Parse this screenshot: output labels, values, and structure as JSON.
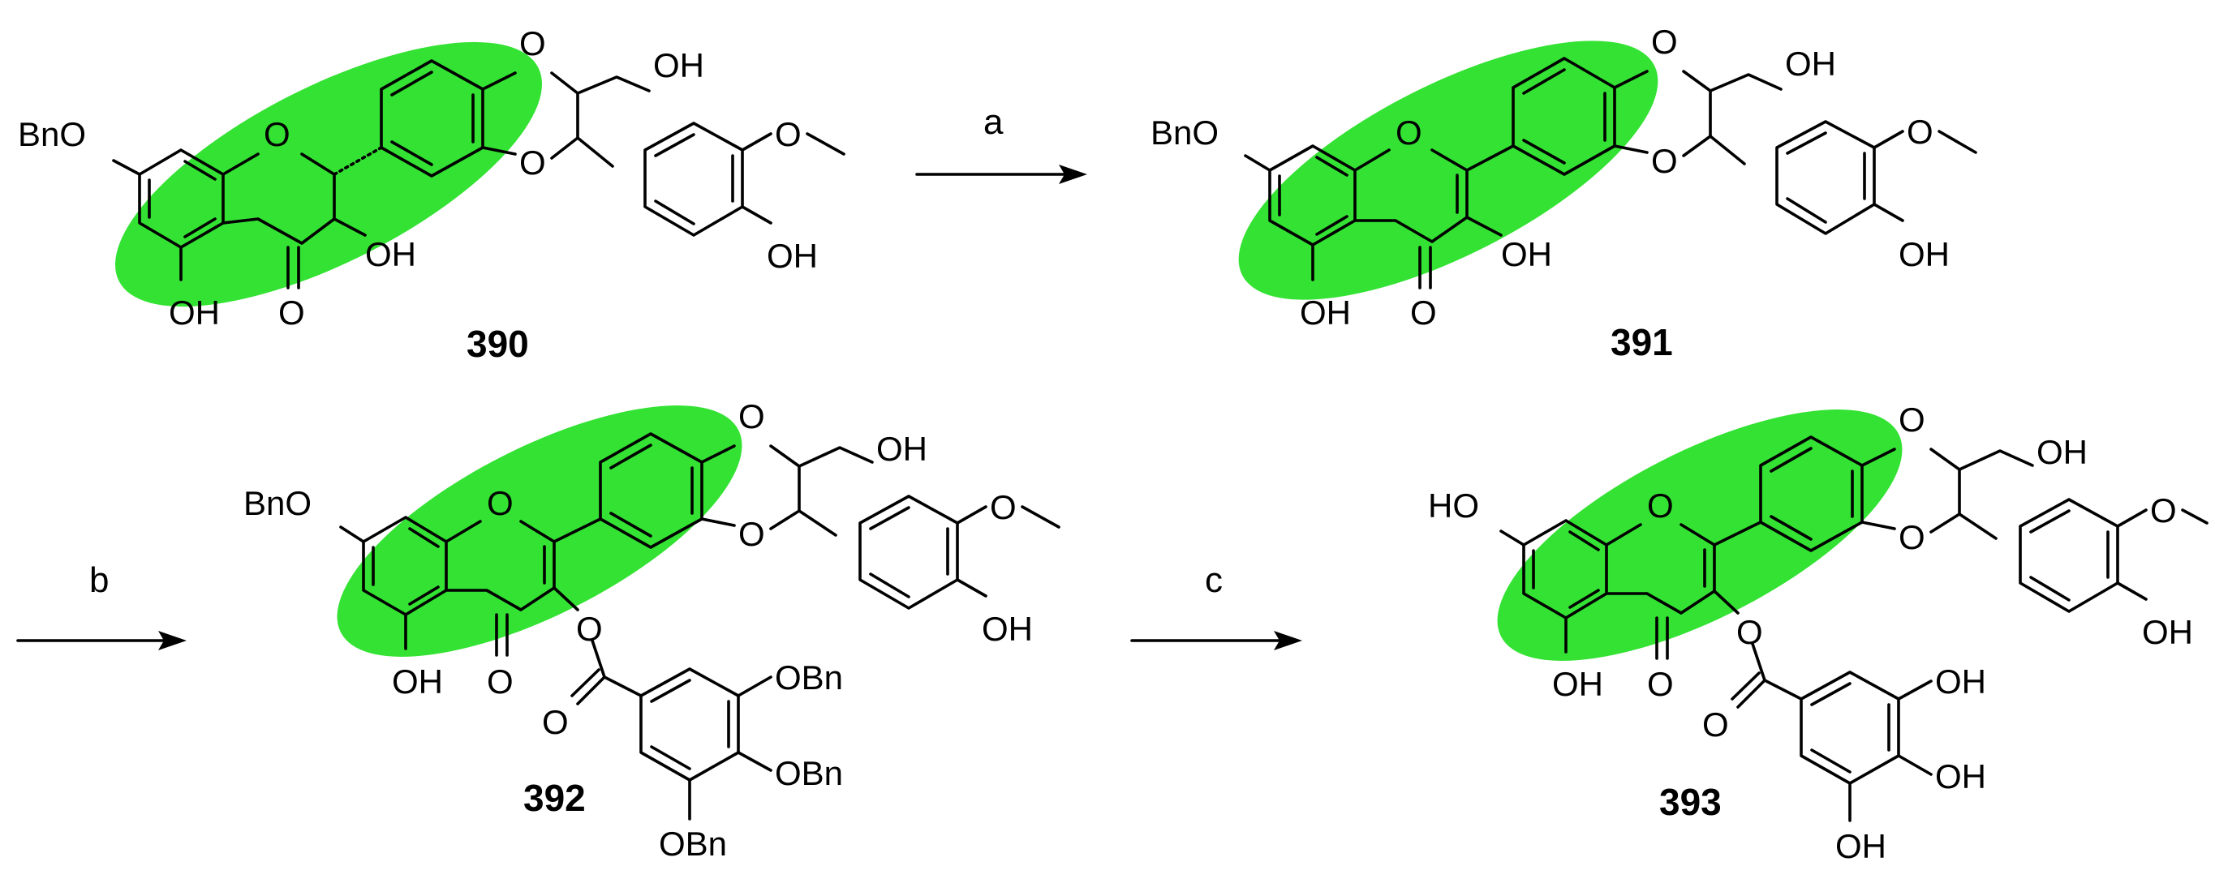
{
  "colors": {
    "highlight": "#22e022",
    "ink": "#000000",
    "background": "#ffffff"
  },
  "scheme": {
    "steps": [
      {
        "label": "a"
      },
      {
        "label": "b"
      },
      {
        "label": "c"
      }
    ],
    "compounds": [
      {
        "id": "390",
        "labels": {
          "bno": "BnO",
          "oh5": "OH",
          "oh3": "OH",
          "carbonyl_o": "O",
          "ring_o": "O",
          "diox_o1": "O",
          "diox_o2": "O",
          "ch2oh": "OH",
          "ome": "O",
          "oh4": "OH"
        }
      },
      {
        "id": "391",
        "labels": {
          "bno": "BnO",
          "oh5": "OH",
          "oh3": "OH",
          "carbonyl_o": "O",
          "ring_o": "O",
          "diox_o1": "O",
          "diox_o2": "O",
          "ch2oh": "OH",
          "ome": "O",
          "oh4": "OH"
        }
      },
      {
        "id": "392",
        "labels": {
          "bno": "BnO",
          "oh5": "OH",
          "ester_o": "O",
          "ester_co": "O",
          "carbonyl_o": "O",
          "ring_o": "O",
          "diox_o1": "O",
          "diox_o2": "O",
          "ch2oh": "OH",
          "ome": "O",
          "oh4": "OH",
          "r1": "OBn",
          "r2": "OBn",
          "r3": "OBn"
        }
      },
      {
        "id": "393",
        "labels": {
          "ho7": "HO",
          "oh5": "OH",
          "ester_o": "O",
          "ester_co": "O",
          "carbonyl_o": "O",
          "ring_o": "O",
          "diox_o1": "O",
          "diox_o2": "O",
          "ch2oh": "OH",
          "ome": "O",
          "oh4": "OH",
          "r1": "OH",
          "r2": "OH",
          "r3": "OH"
        }
      }
    ]
  }
}
